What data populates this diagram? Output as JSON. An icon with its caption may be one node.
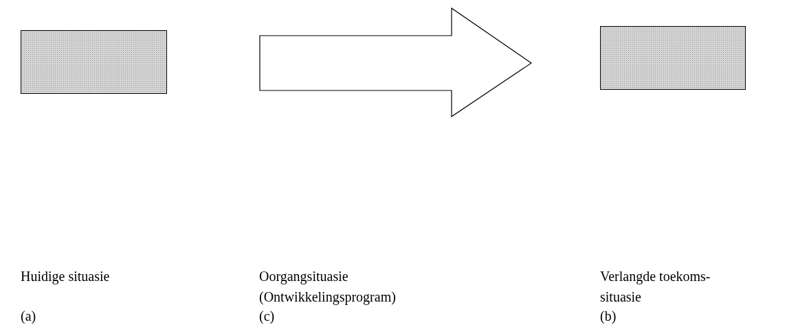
{
  "diagram": {
    "nodes": [
      {
        "text": [],
        "shape": "box",
        "beside": [
          "Huidige situasie",
          "(a)"
        ]
      },
      {
        "text": [],
        "shape": "box",
        "beside": [
          "Verlangde toekoms- situasie",
          "(b)"
        ]
      }
    ],
    "edges": [
      {
        "from": 0,
        "to": 1,
        "arrow": "to"
      }
    ],
    "labels": [
      "Oorgangsituasie (Ontwikkelingsprogram)",
      "(c)"
    ]
  }
}
